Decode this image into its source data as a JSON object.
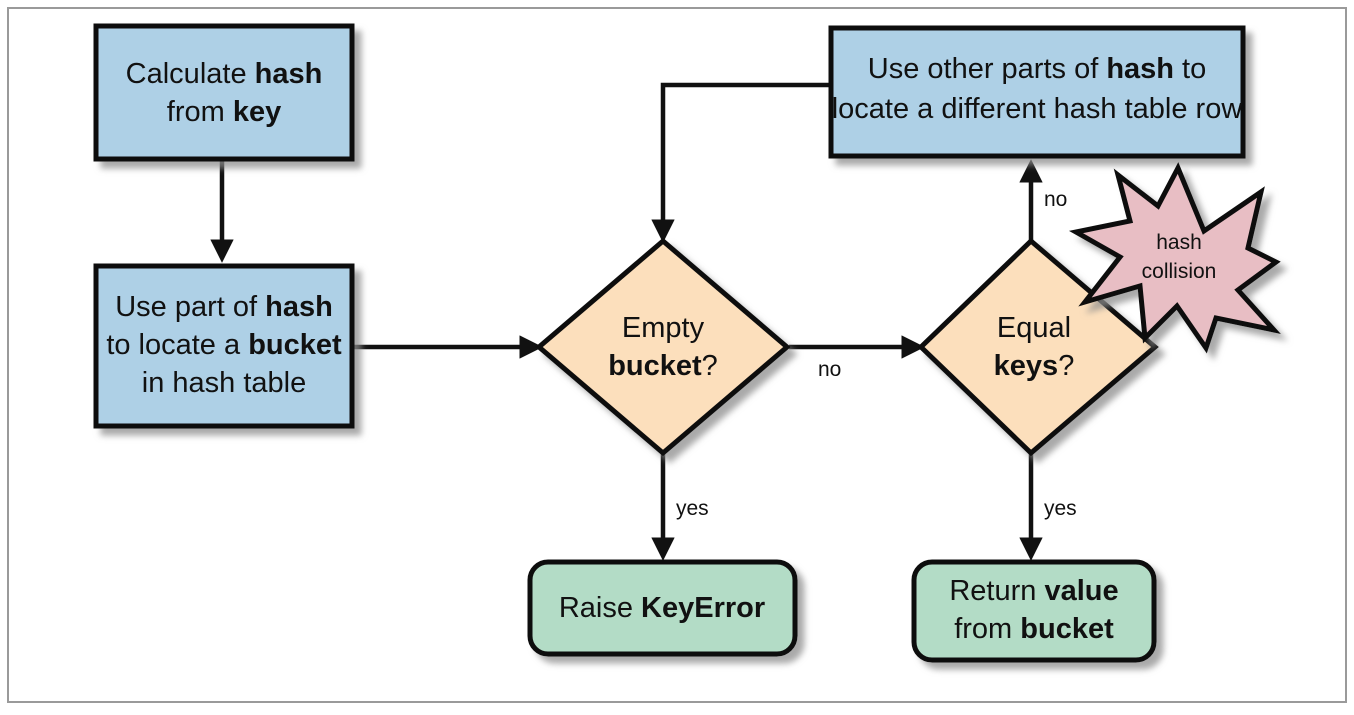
{
  "figure": {
    "title": "Hash table lookup flowchart",
    "border_color": "#9a9a9a",
    "background": "#ffffff"
  },
  "palette": {
    "process_blue": "#aed0e6",
    "decision_orange": "#fcdfbc",
    "terminal_green": "#b3dcc6",
    "burst_pink": "#e8bec4",
    "outline": "#111111",
    "shadow": "#b9b9b9"
  },
  "nodes": {
    "calculate_hash": {
      "type": "process",
      "lines": [
        {
          "parts": [
            {
              "text": "Calculate ",
              "bold": false
            },
            {
              "text": "hash",
              "bold": true
            }
          ]
        },
        {
          "parts": [
            {
              "text": "from ",
              "bold": false
            },
            {
              "text": "key",
              "bold": true
            }
          ]
        }
      ]
    },
    "locate_bucket": {
      "type": "process",
      "lines": [
        {
          "parts": [
            {
              "text": "Use part of ",
              "bold": false
            },
            {
              "text": "hash",
              "bold": true
            }
          ]
        },
        {
          "parts": [
            {
              "text": "to locate a ",
              "bold": false
            },
            {
              "text": "bucket",
              "bold": true
            }
          ]
        },
        {
          "parts": [
            {
              "text": "in hash table",
              "bold": false
            }
          ]
        }
      ]
    },
    "other_parts": {
      "type": "process",
      "lines": [
        {
          "parts": [
            {
              "text": "Use other parts of ",
              "bold": false
            },
            {
              "text": "hash",
              "bold": true
            },
            {
              "text": " to",
              "bold": false
            }
          ]
        },
        {
          "parts": [
            {
              "text": "locate a different hash table row",
              "bold": false
            }
          ]
        }
      ]
    },
    "empty_bucket": {
      "type": "decision",
      "lines": [
        {
          "parts": [
            {
              "text": "Empty",
              "bold": false
            }
          ]
        },
        {
          "parts": [
            {
              "text": "bucket",
              "bold": true
            },
            {
              "text": "?",
              "bold": false
            }
          ]
        }
      ]
    },
    "equal_keys": {
      "type": "decision",
      "lines": [
        {
          "parts": [
            {
              "text": "Equal",
              "bold": false
            }
          ]
        },
        {
          "parts": [
            {
              "text": "keys",
              "bold": true
            },
            {
              "text": "?",
              "bold": false
            }
          ]
        }
      ]
    },
    "raise_keyerror": {
      "type": "terminal",
      "lines": [
        {
          "parts": [
            {
              "text": "Raise ",
              "bold": false
            },
            {
              "text": "KeyError",
              "bold": true
            }
          ]
        }
      ]
    },
    "return_value": {
      "type": "terminal",
      "lines": [
        {
          "parts": [
            {
              "text": "Return ",
              "bold": false
            },
            {
              "text": "value",
              "bold": true
            }
          ]
        },
        {
          "parts": [
            {
              "text": "from ",
              "bold": false
            },
            {
              "text": "bucket",
              "bold": true
            }
          ]
        }
      ]
    },
    "hash_collision": {
      "type": "burst",
      "lines": [
        {
          "parts": [
            {
              "text": "hash",
              "bold": false
            }
          ]
        },
        {
          "parts": [
            {
              "text": "collision",
              "bold": false
            }
          ]
        }
      ]
    }
  },
  "edges": [
    {
      "id": "calc-to-locate",
      "from": "calculate_hash",
      "to": "locate_bucket",
      "label": ""
    },
    {
      "id": "locate-to-empty",
      "from": "locate_bucket",
      "to": "empty_bucket",
      "label": ""
    },
    {
      "id": "empty-yes",
      "from": "empty_bucket",
      "to": "raise_keyerror",
      "label": "yes"
    },
    {
      "id": "empty-no",
      "from": "empty_bucket",
      "to": "equal_keys",
      "label": "no"
    },
    {
      "id": "equal-yes",
      "from": "equal_keys",
      "to": "return_value",
      "label": "yes"
    },
    {
      "id": "equal-no",
      "from": "equal_keys",
      "to": "other_parts",
      "label": "no"
    },
    {
      "id": "retry-loop",
      "from": "other_parts",
      "to": "empty_bucket",
      "label": ""
    }
  ]
}
